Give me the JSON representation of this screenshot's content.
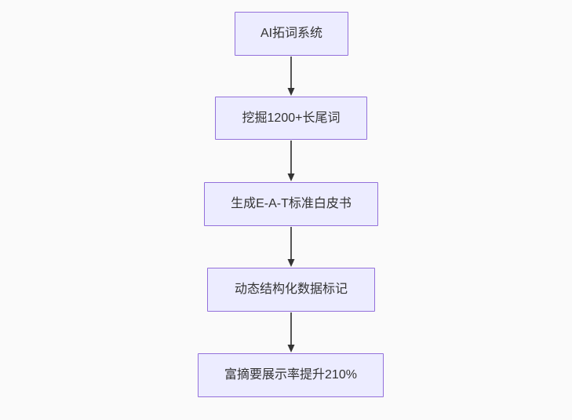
{
  "diagram": {
    "type": "flowchart",
    "direction": "top-down",
    "nodes": [
      {
        "id": "A",
        "label": "AI拓词系统"
      },
      {
        "id": "B",
        "label": "挖掘1200+长尾词"
      },
      {
        "id": "C",
        "label": "生成E-A-T标准白皮书"
      },
      {
        "id": "D",
        "label": "动态结构化数据标记"
      },
      {
        "id": "E",
        "label": "富摘要展示率提升210%"
      }
    ],
    "edges": [
      {
        "from": "A",
        "to": "B"
      },
      {
        "from": "B",
        "to": "C"
      },
      {
        "from": "C",
        "to": "D"
      },
      {
        "from": "D",
        "to": "E"
      }
    ],
    "colors": {
      "node_fill": "#ECECFF",
      "node_border": "#9370DB",
      "node_text": "#333333",
      "arrow_line": "#555555",
      "arrow_head": "#333333",
      "background": "#fafafa"
    }
  }
}
